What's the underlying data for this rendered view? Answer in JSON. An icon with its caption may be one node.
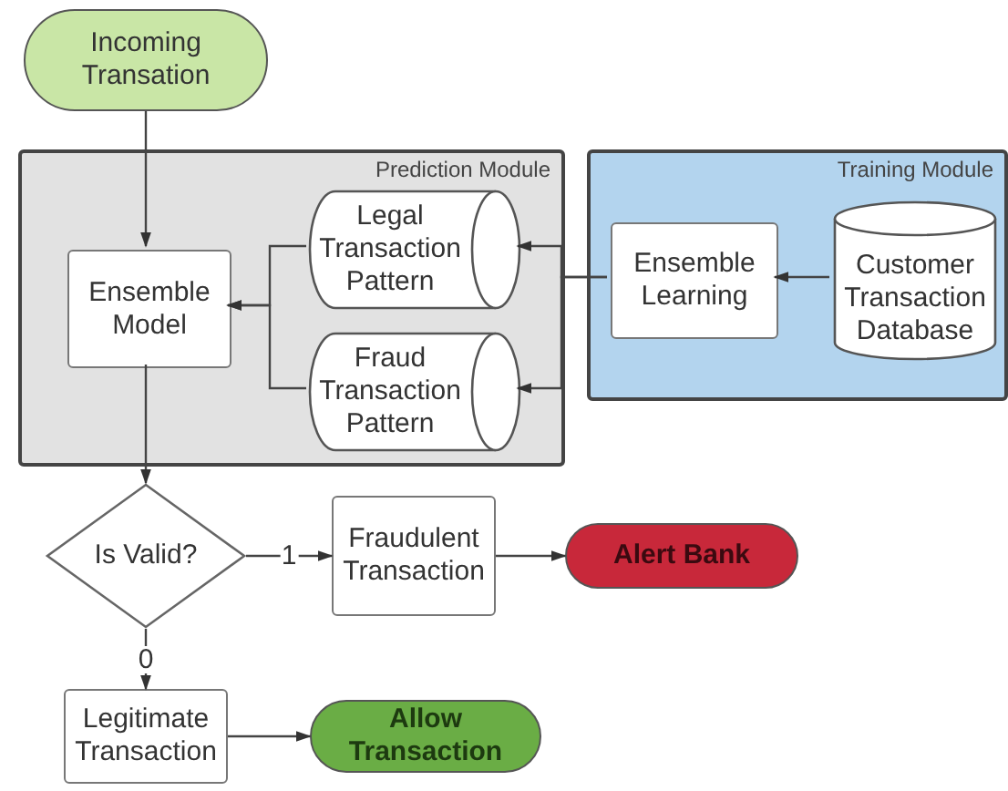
{
  "diagram": {
    "nodes": [
      {
        "text": [
          "Incoming Transation"
        ]
      },
      {
        "text": [
          "Prediction Module"
        ]
      },
      {
        "text": [
          "Ensemble Model"
        ],
        "in": 1
      },
      {
        "text": [
          "Legal Transaction Pattern"
        ],
        "in": 1
      },
      {
        "text": [
          "Fraud Transaction Pattern"
        ],
        "in": 1
      },
      {
        "text": [
          "Training Module"
        ]
      },
      {
        "text": [
          "Ensemble Learning"
        ],
        "in": 5
      },
      {
        "text": [
          "Customer Transaction Database"
        ],
        "in": 5
      },
      {
        "text": [
          "Is Valid?"
        ]
      },
      {
        "text": [
          "Fraudulent Transaction"
        ]
      },
      {
        "text": [
          "Alert Bank"
        ]
      },
      {
        "text": [
          "Legitimate Transaction"
        ]
      },
      {
        "text": [
          "Allow Transaction"
        ]
      }
    ],
    "edges": [
      {
        "from": 0,
        "to": 2,
        "arrow": "to"
      },
      {
        "from": 3,
        "to": 2,
        "arrow": "to"
      },
      {
        "from": 4,
        "to": 2,
        "arrow": "to"
      },
      {
        "from": 6,
        "to": 3,
        "arrow": "to"
      },
      {
        "from": 6,
        "to": 4,
        "arrow": "to"
      },
      {
        "from": 7,
        "to": 6,
        "arrow": "to"
      },
      {
        "from": 2,
        "to": 8,
        "arrow": "to"
      },
      {
        "from": 8,
        "to": 9,
        "label": "1",
        "arrow": "to"
      },
      {
        "from": 9,
        "to": 10,
        "arrow": "to"
      },
      {
        "from": 8,
        "to": 11,
        "label": "0",
        "arrow": "to"
      },
      {
        "from": 11,
        "to": 12,
        "arrow": "to"
      }
    ]
  }
}
